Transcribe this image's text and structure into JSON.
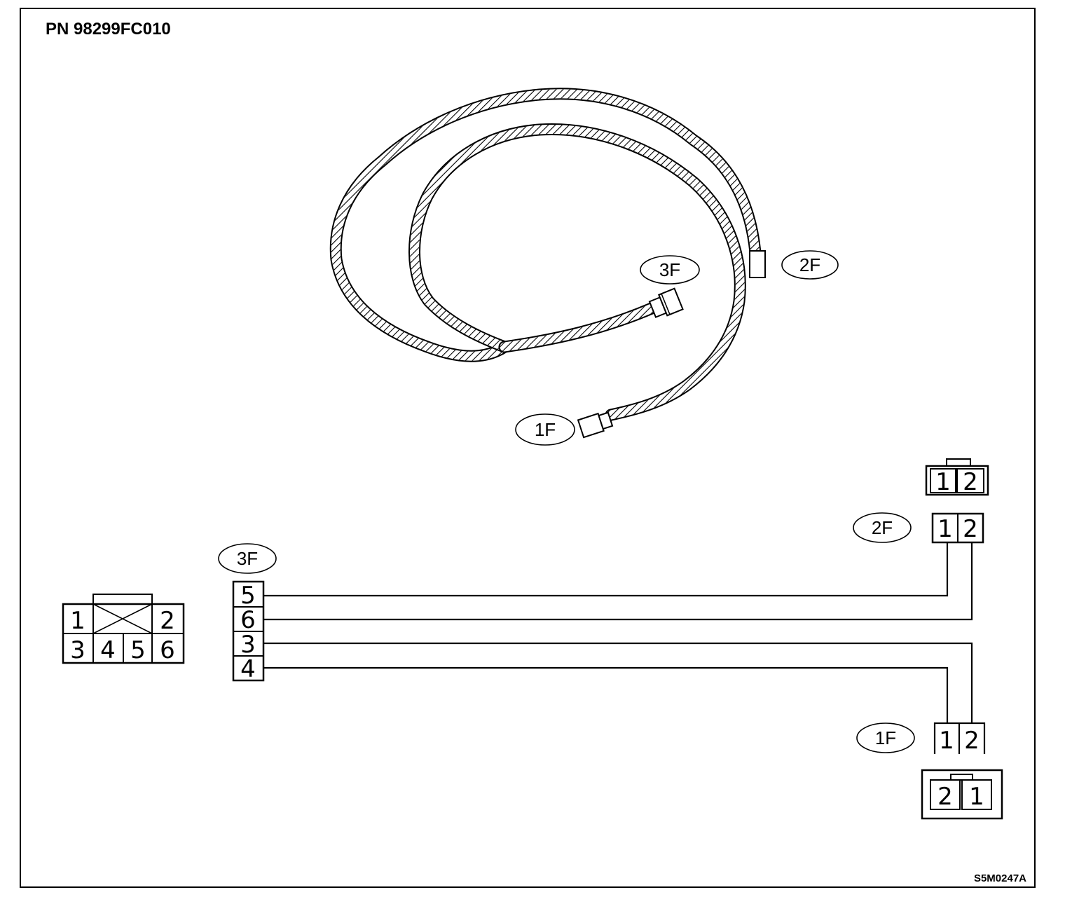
{
  "diagram": {
    "part_number": "PN 98299FC010",
    "figure_code": "S5M0247A",
    "callouts": {
      "connector_3f": "3F",
      "connector_2f": "2F",
      "connector_1f": "1F"
    },
    "connector_6pin_face": {
      "top_row": [
        "1",
        "2"
      ],
      "bottom_row": [
        "3",
        "4",
        "5",
        "6"
      ]
    },
    "connector_3f_pins": [
      "5",
      "6",
      "3",
      "4"
    ],
    "connector_2f_face": [
      "1",
      "2"
    ],
    "connector_2f_pins": [
      "1",
      "2"
    ],
    "connector_1f_pins": [
      "1",
      "2"
    ],
    "connector_1f_face": [
      "2",
      "1"
    ]
  }
}
